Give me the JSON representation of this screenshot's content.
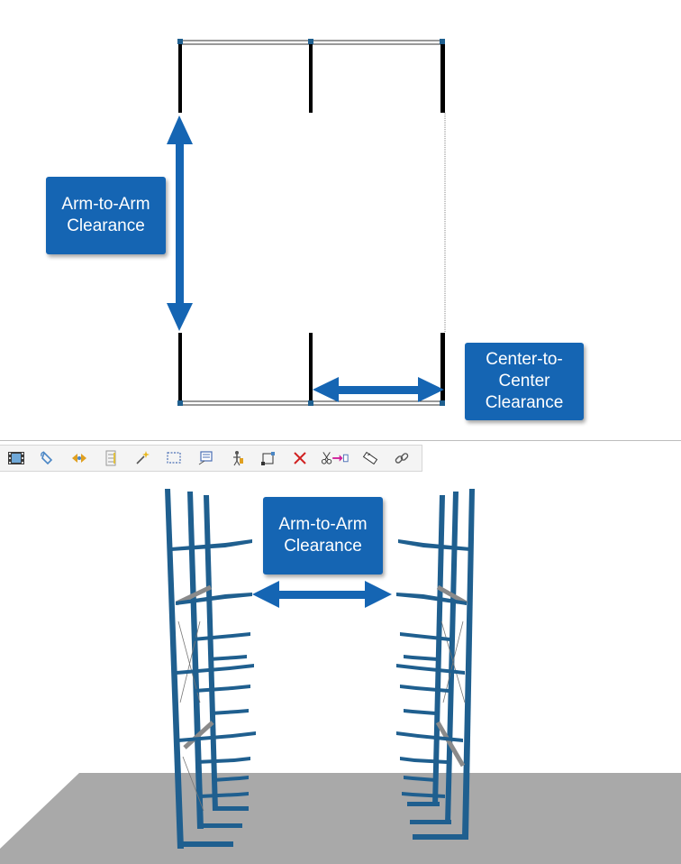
{
  "plan_view": {
    "callouts": {
      "arm_to_arm": "Arm-to-Arm\nClearance",
      "center_to_center": "Center-to-\nCenter\nClearance"
    }
  },
  "render_view": {
    "callout": "Arm-to-Arm\nClearance"
  },
  "toolbar": {
    "buttons": [
      {
        "name": "film-icon"
      },
      {
        "name": "rotate-icon"
      },
      {
        "name": "pan-icon"
      },
      {
        "name": "layers-icon"
      },
      {
        "name": "magic-wand-icon"
      },
      {
        "name": "selection-box-icon"
      },
      {
        "name": "comment-icon"
      },
      {
        "name": "person-icon"
      },
      {
        "name": "transform-icon"
      },
      {
        "name": "delete-icon"
      },
      {
        "name": "cut-move-icon"
      },
      {
        "name": "measure-icon"
      },
      {
        "name": "link-icon"
      }
    ]
  },
  "colors": {
    "callout_bg": "#1565b3",
    "rack_blue": "#1f5f8f",
    "floor_gray": "#a9a9a9"
  }
}
